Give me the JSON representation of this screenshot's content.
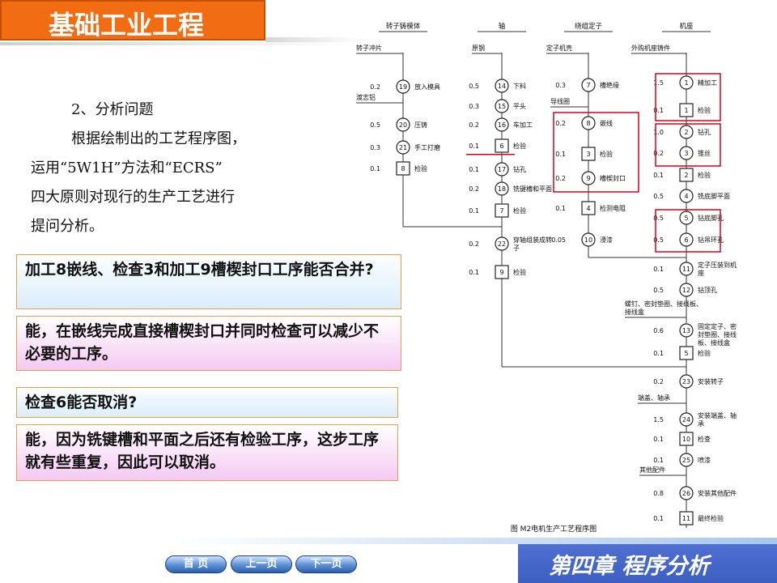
{
  "header": {
    "title": "基础工业工程"
  },
  "text": {
    "heading": "2、分析问题",
    "lines": [
      "根据绘制出的工艺程序图，",
      "运用“5W1H”方法和“ECRS”",
      "四大原则对现行的生产工艺进行",
      "提问分析。"
    ]
  },
  "qa": {
    "q1": "加工8嵌线、检查3和加工9槽楔封口工序能否合并?",
    "a1": "能，在嵌线完成直接槽楔封口并同时检查可以减少不必要的工序。",
    "q2": "检查6能否取消?",
    "a2": "能，因为铣键槽和平面之后还有检验工序，这步工序就有些重复，因此可以取消。"
  },
  "diagram": {
    "caption": "图 M2电机生产工艺程序图",
    "columns": [
      "转子铸模体",
      "轴",
      "绕组定子",
      "机座"
    ],
    "inputs": [
      "转子冲片",
      "渡志铝",
      "原钢",
      "定子机壳",
      "导线圈",
      "外购机座铸件",
      "螺钉、密封垫圈、接线板、接线盒",
      "端盖、轴承",
      "其他配件"
    ],
    "col1": [
      {
        "t": "0.2",
        "n": "19",
        "label": "放入模具",
        "shape": "circle"
      },
      {
        "t": "0.5",
        "n": "20",
        "label": "压铸",
        "shape": "circle"
      },
      {
        "t": "0.3",
        "n": "21",
        "label": "手工打磨",
        "shape": "circle"
      },
      {
        "t": "0.1",
        "n": "8",
        "label": "检验",
        "shape": "square"
      }
    ],
    "col2": [
      {
        "t": "0.5",
        "n": "14",
        "label": "下料",
        "shape": "circle"
      },
      {
        "t": "0.3",
        "n": "15",
        "label": "平头",
        "shape": "circle"
      },
      {
        "t": "0.2",
        "n": "16",
        "label": "车加工",
        "shape": "circle"
      },
      {
        "t": "0.1",
        "n": "6",
        "label": "检验",
        "shape": "square"
      },
      {
        "t": "0.1",
        "n": "17",
        "label": "钻孔",
        "shape": "circle"
      },
      {
        "t": "0.2",
        "n": "18",
        "label": "铣键槽和平面",
        "shape": "circle"
      },
      {
        "t": "0.1",
        "n": "7",
        "label": "检验",
        "shape": "square"
      },
      {
        "t": "0.2",
        "n": "22",
        "label": "穿轴组装成转子",
        "shape": "circle"
      },
      {
        "t": "0.1",
        "n": "9",
        "label": "检验",
        "shape": "square"
      }
    ],
    "col3": [
      {
        "t": "0.3",
        "n": "7",
        "label": "槽绝缘",
        "shape": "circle"
      },
      {
        "t": "0.2",
        "n": "8",
        "label": "嵌线",
        "shape": "circle"
      },
      {
        "t": "0.1",
        "n": "3",
        "label": "检验",
        "shape": "square"
      },
      {
        "t": "0.2",
        "n": "9",
        "label": "槽楔封口",
        "shape": "circle"
      },
      {
        "t": "0.1",
        "n": "4",
        "label": "检测电阻",
        "shape": "square"
      },
      {
        "t": "0.05",
        "n": "10",
        "label": "浸漆",
        "shape": "circle"
      }
    ],
    "col4": [
      {
        "t": "1.5",
        "n": "1",
        "label": "精加工",
        "shape": "circle"
      },
      {
        "t": "0.1",
        "n": "1",
        "label": "检验",
        "shape": "square"
      },
      {
        "t": "1.0",
        "n": "2",
        "label": "钻孔",
        "shape": "circle"
      },
      {
        "t": "0.2",
        "n": "3",
        "label": "锥丝",
        "shape": "circle"
      },
      {
        "t": "0.1",
        "n": "2",
        "label": "检验",
        "shape": "square"
      },
      {
        "t": "0.5",
        "n": "4",
        "label": "铣底脚平面",
        "shape": "circle"
      },
      {
        "t": "0.5",
        "n": "5",
        "label": "钻底脚孔",
        "shape": "circle"
      },
      {
        "t": "0.5",
        "n": "6",
        "label": "钻吊环孔",
        "shape": "circle"
      },
      {
        "t": "0.1",
        "n": "11",
        "label": "定子压装到机座",
        "shape": "circle"
      },
      {
        "t": "0.5",
        "n": "12",
        "label": "钻顶孔",
        "shape": "circle"
      },
      {
        "t": "0.6",
        "n": "13",
        "label": "固定定子、密封垫圈、接线板、接线盒",
        "shape": "circle"
      },
      {
        "t": "0.1",
        "n": "5",
        "label": "检验",
        "shape": "square"
      },
      {
        "t": "0.2",
        "n": "23",
        "label": "安装转子",
        "shape": "circle"
      },
      {
        "t": "1.5",
        "n": "24",
        "label": "安装端盖、轴承",
        "shape": "circle"
      },
      {
        "t": "0.1",
        "n": "10",
        "label": "检查",
        "shape": "square"
      },
      {
        "t": "0.1",
        "n": "25",
        "label": "喷漆",
        "shape": "circle"
      },
      {
        "t": "0.8",
        "n": "26",
        "label": "安装其他配件",
        "shape": "circle"
      },
      {
        "t": "0.1",
        "n": "11",
        "label": "最终检验",
        "shape": "square"
      }
    ]
  },
  "nav": {
    "home": "首 页",
    "prev": "上一页",
    "next": "下一页"
  },
  "footer": {
    "chapter": "第四章 程序分析"
  },
  "colors": {
    "title_bg": "#f26c11",
    "chapter_bg": "#4060c8",
    "highlight": "#d0021b"
  }
}
